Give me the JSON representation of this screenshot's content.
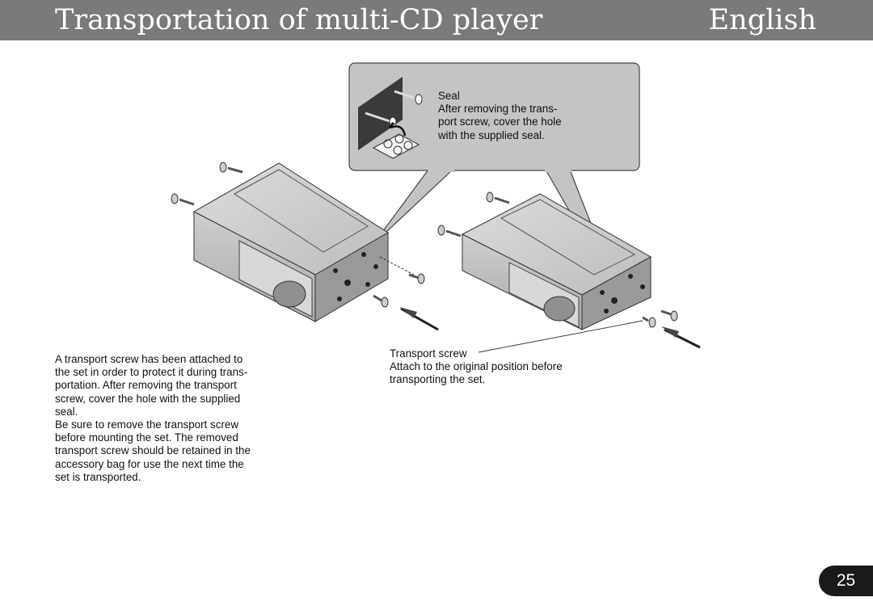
{
  "header": {
    "title": "Transportation of multi-CD player",
    "language": "English"
  },
  "callout": {
    "heading": "Seal",
    "lines": [
      "After removing the trans-",
      "port screw, cover the hole",
      "with the supplied seal."
    ]
  },
  "transport_screw": {
    "label": "Transport screw",
    "lines": [
      "Attach to the original position before",
      "transporting the set."
    ]
  },
  "body_text": {
    "lines": [
      "A transport screw has been attached to",
      "the set in order to protect it during trans-",
      "portation. After removing the transport",
      "screw, cover the hole with the supplied",
      "seal.",
      "Be sure to remove the transport screw",
      "before mounting the set. The removed",
      "transport screw should be retained in the",
      "accessory bag for use the next time the",
      "set is transported."
    ]
  },
  "page_number": "25"
}
